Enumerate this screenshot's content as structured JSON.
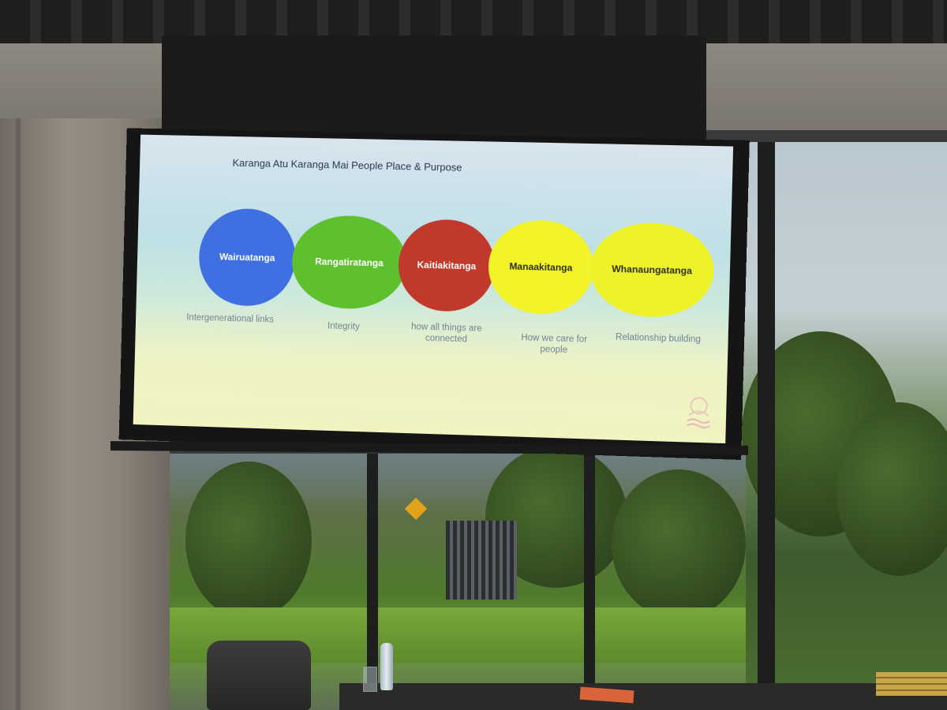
{
  "slide": {
    "title": "Karanga Atu Karanga Mai People Place & Purpose",
    "concepts": [
      {
        "name": "Wairuatanga",
        "caption": "Intergenerational links",
        "color": "#3f6fe0"
      },
      {
        "name": "Rangatiratanga",
        "caption": "Integrity",
        "color": "#5fc02e"
      },
      {
        "name": "Kaitiakitanga",
        "caption": "how all things are connected",
        "color": "#c0392b"
      },
      {
        "name": "Manaakitanga",
        "caption": "How we care for people",
        "color": "#f3f32a"
      },
      {
        "name": "Whanaungatanga",
        "caption": "Relationship building",
        "color": "#eef22a"
      }
    ]
  }
}
